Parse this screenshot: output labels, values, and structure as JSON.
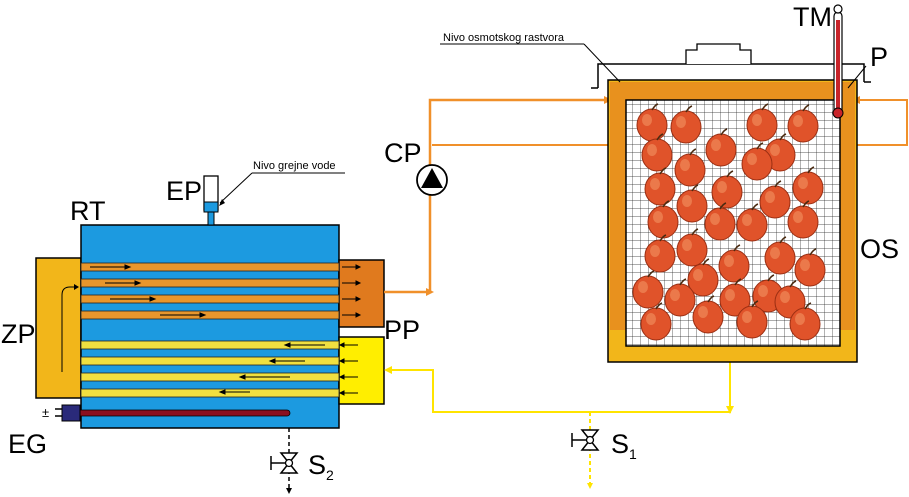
{
  "labels": {
    "tm": "TM",
    "p": "P",
    "os": "OS",
    "cp": "CP",
    "ep": "EP",
    "rt": "RT",
    "zp": "ZP",
    "pp": "PP",
    "eg": "EG",
    "eg_polarity": "±",
    "s1": "S",
    "s1_sub": "1",
    "s2": "S",
    "s2_sub": "2"
  },
  "notes": {
    "osmotic_level": "Nivo osmotskog rastvora",
    "water_level": "Nivo grejne vode"
  },
  "icons": [
    "pump-icon",
    "valve-icon",
    "thermometer-icon",
    "fruit-icon"
  ],
  "colors": {
    "water": "#1c9ae0",
    "tube_orange": "#e8962c",
    "tube_yellow": "#f0e040",
    "chamber_yellow": "#f2b61a",
    "chamber_orange": "#e07a1e",
    "chamber_hot": "#ffee00",
    "solution": "#e8911e",
    "pipe_orange": "#f0902a",
    "pipe_yellow": "#ffe400",
    "fruit": "#e0532a"
  }
}
